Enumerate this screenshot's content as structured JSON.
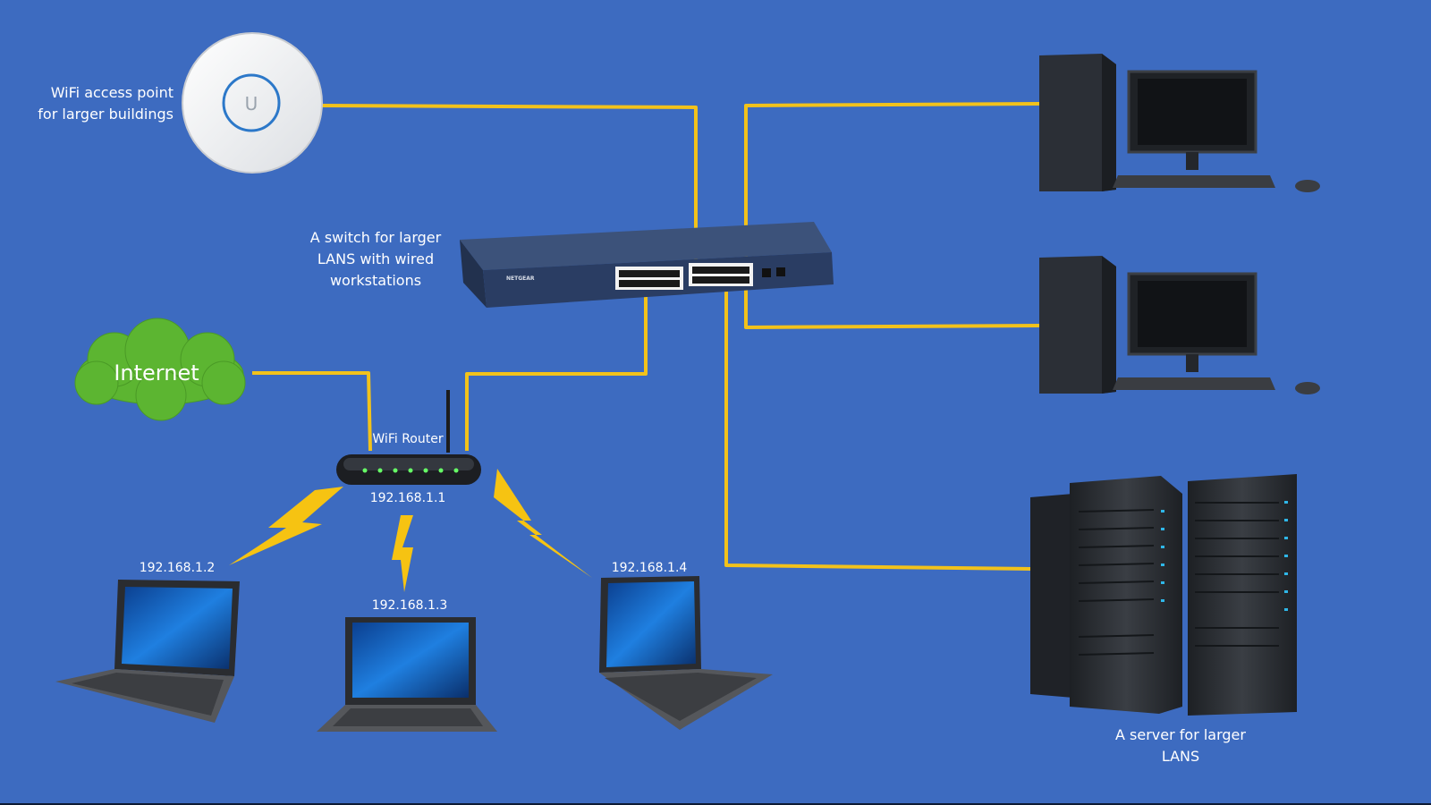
{
  "labels": {
    "wifi_ap_line1": "WiFi access point",
    "wifi_ap_line2": "for larger buildings",
    "ap_logo": "U",
    "switch_line1": "A switch for larger",
    "switch_line2": "LANS with wired",
    "switch_line3": "workstations",
    "switch_brand": "NETGEAR",
    "internet": "Internet",
    "router": "WiFi Router",
    "router_ip": "192.168.1.1",
    "laptop1_ip": "192.168.1.2",
    "laptop2_ip": "192.168.1.3",
    "laptop3_ip": "192.168.1.4",
    "server_line1": "A server for larger",
    "server_line2": "LANS"
  },
  "colors": {
    "background": "#3d6bc0",
    "cable": "#f2c21b",
    "cloud": "#5cb531",
    "lightning": "#f6c312",
    "device_dark": "#2b2f36"
  },
  "icons": [
    "wifi-access-point-icon",
    "network-switch-icon",
    "internet-cloud-icon",
    "wifi-router-icon",
    "laptop-icon",
    "desktop-workstation-icon",
    "server-rack-icon",
    "lightning-icon"
  ]
}
